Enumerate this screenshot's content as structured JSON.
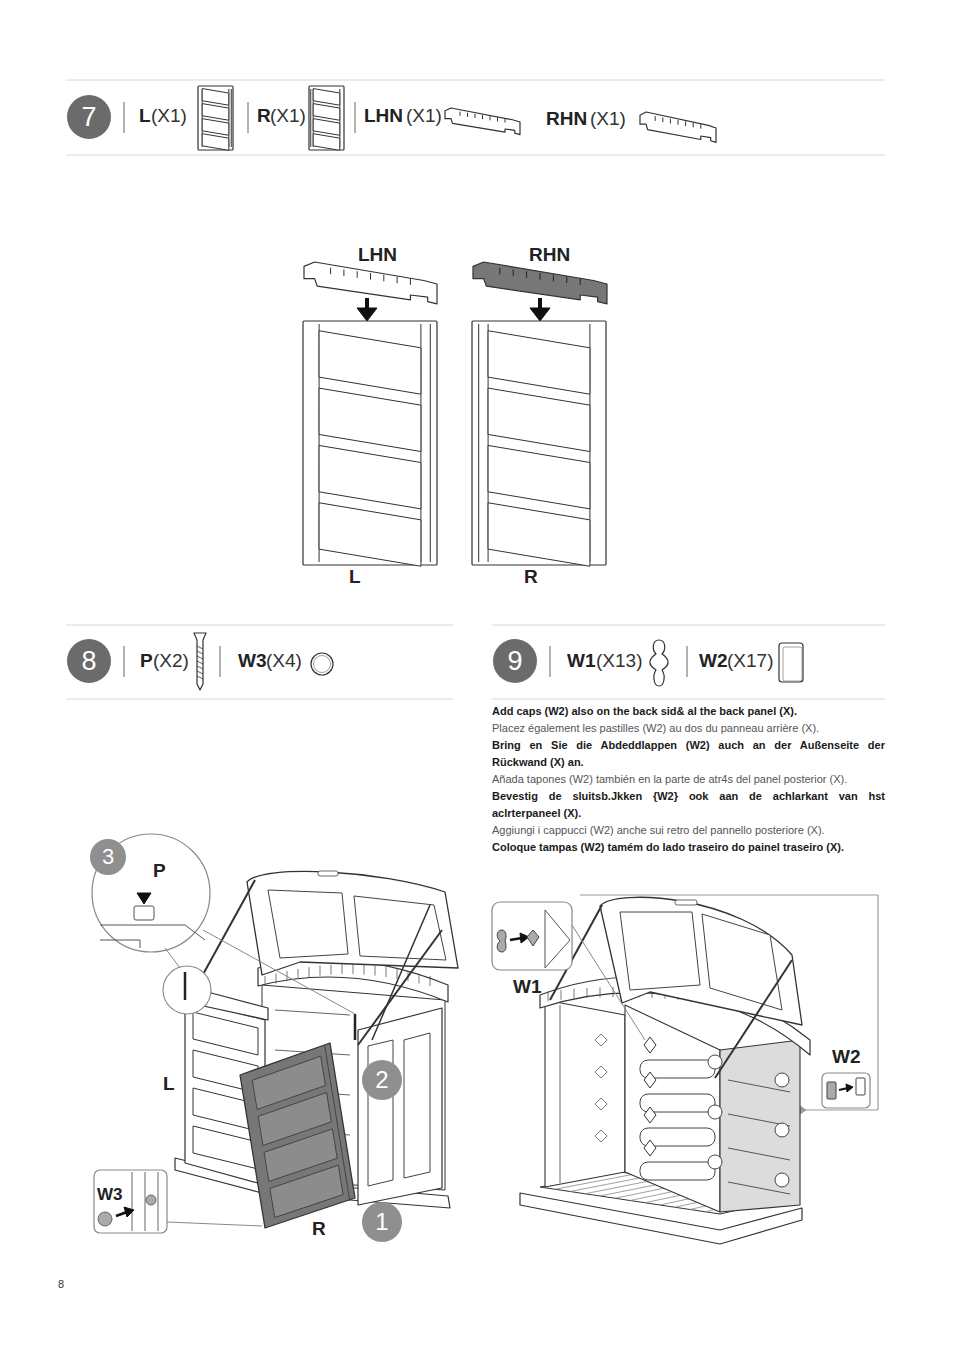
{
  "diagram": {
    "nodes": [
      {
        "text": [
          "7"
        ]
      },
      {
        "text": [
          "8"
        ]
      },
      {
        "text": [
          "9"
        ]
      },
      {
        "text": [
          "3"
        ]
      },
      {
        "text": [
          "2"
        ]
      },
      {
        "text": [
          "1"
        ]
      }
    ],
    "labels": [
      "L",
      "(X1)",
      "R",
      "(X1)",
      "LHN",
      "(X1)",
      "RHN",
      "(X1)",
      "LHN",
      "RHN",
      "L",
      "R",
      "P",
      "(X2)",
      "W3",
      "(X4)",
      "W1",
      "(X13)",
      "W2",
      "(X17)",
      "Add caps (W2) also on the back sid& al the back panel (X).",
      "Placez également les pastilles (W2) au dos du panneau arrière (X).",
      "Bring en Sie die Abdeddlappen (W2) auch an der Außenseite der Rückwand (X) an.",
      "Añada tapones (W2) también en la parte de atr4s del panel posterior (X).",
      "Bevestig de sluitsb.Jkken {W2} ook aan de achlarkant van hst aclrterpaneel (X).",
      "Aggiungi i cappucci (W2) anche sui retro del pannello posteriore (X).",
      "Coloque tampas (W2) tamém do lado traseiro do painel traseiro (X).",
      "P",
      "L",
      "R",
      "W3",
      "W1",
      "W2",
      "8"
    ]
  }
}
